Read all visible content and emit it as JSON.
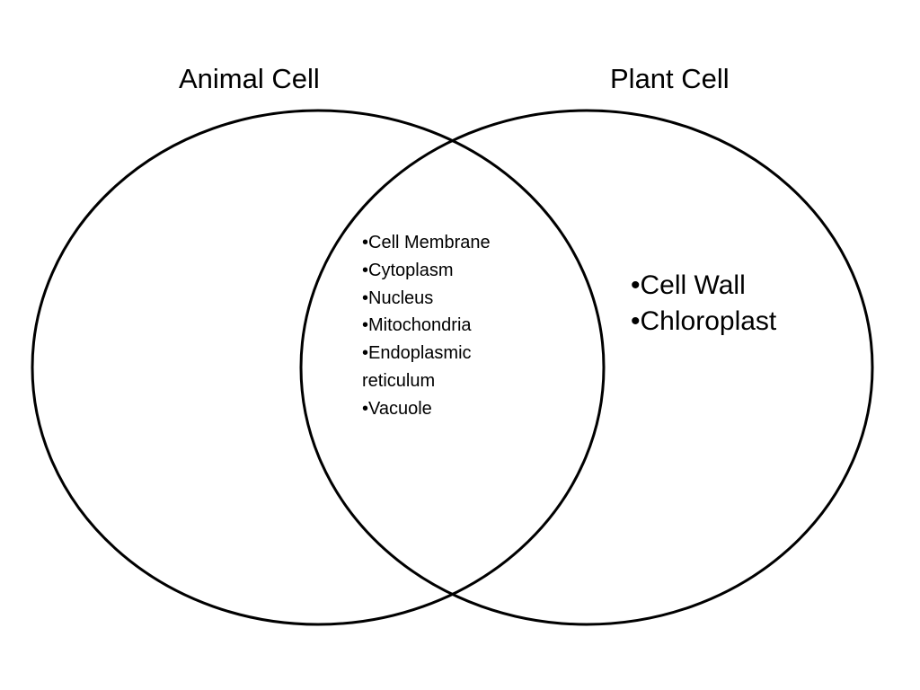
{
  "sets": {
    "left": {
      "label": "Animal Cell",
      "items": []
    },
    "right": {
      "label": "Plant Cell",
      "items": [
        "Cell Wall",
        "Chloroplast"
      ]
    }
  },
  "intersection": {
    "items": [
      "Cell Membrane",
      "Cytoplasm",
      "Nucleus",
      "Mitochondria",
      "Endoplasmic reticulum",
      "Vacuole"
    ]
  },
  "colors": {
    "stroke": "#000000",
    "background": "#ffffff",
    "text": "#000000"
  }
}
